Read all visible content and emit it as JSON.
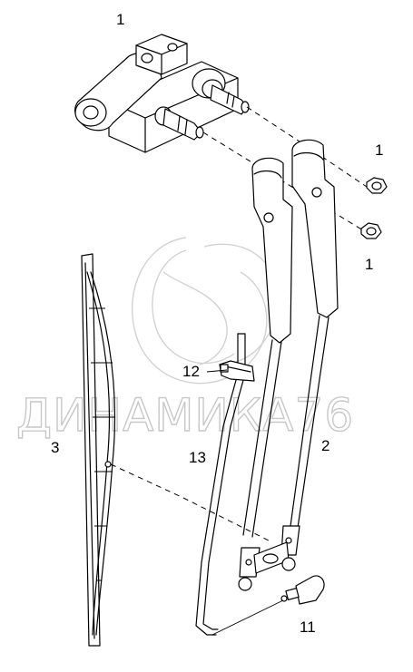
{
  "watermark": {
    "text": "ДИНАМИКА76"
  },
  "callouts": {
    "motor": "1",
    "nut_upper": "1",
    "nut_lower": "1",
    "arms": "2",
    "blade": "3",
    "link_rod": "13",
    "clip": "12",
    "joint": "11"
  }
}
